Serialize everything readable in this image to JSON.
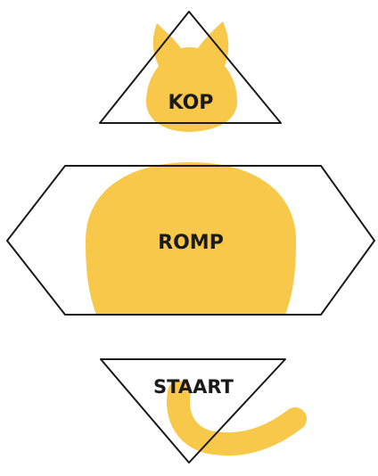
{
  "parts": {
    "head": {
      "label": "KOP"
    },
    "body": {
      "label": "ROMP"
    },
    "tail": {
      "label": "STAART"
    }
  },
  "colors": {
    "cat": "#F8C84A",
    "outline": "#1a1a1a",
    "text": "#1a1a1a",
    "background": "#ffffff"
  }
}
